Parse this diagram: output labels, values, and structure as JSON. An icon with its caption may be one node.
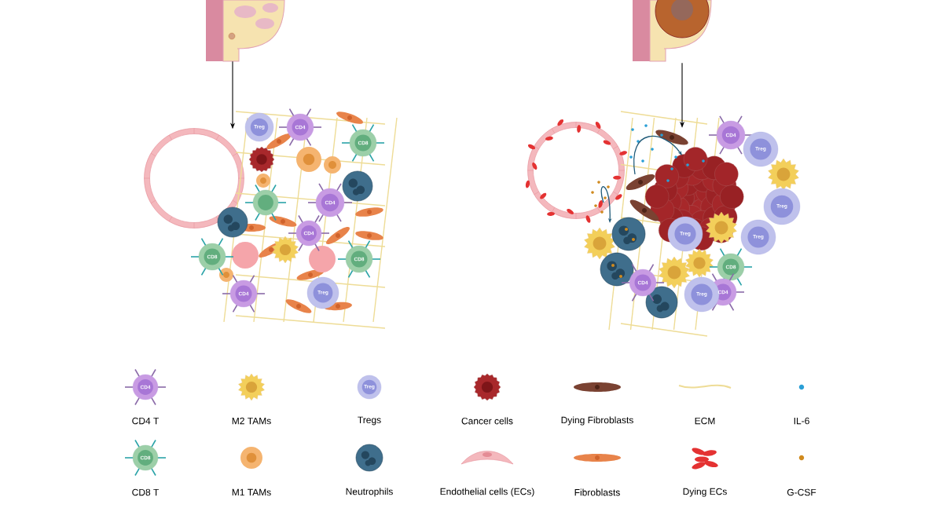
{
  "diagram": {
    "nodes": [
      {
        "text": [],
        "shape": "picture"
      },
      {
        "text": [],
        "shape": "picture"
      },
      {
        "text": [],
        "shape": "picture"
      },
      {
        "text": [],
        "shape": "picture"
      }
    ],
    "edges": [
      {
        "from": 0,
        "to": 1,
        "arrow": "to"
      },
      {
        "from": 2,
        "to": 3,
        "arrow": "to"
      }
    ],
    "labels": [
      "Treg",
      "CD4",
      "CD8",
      "CD4",
      "CD4",
      "CD8",
      "CD8",
      "CD4",
      "Treg",
      "CD4",
      "Treg",
      "Treg",
      "Treg",
      "Treg",
      "CD8",
      "CD4",
      "CD4",
      "Treg",
      "CD4",
      "Treg",
      "CD8"
    ],
    "legend": [
      {
        "text": "CD4 T"
      },
      {
        "text": "M2 TAMs"
      },
      {
        "text": "Tregs"
      },
      {
        "text": "Cancer cells"
      },
      {
        "text": "Dying Fibroblasts"
      },
      {
        "text": "ECM"
      },
      {
        "text": "IL-6"
      },
      {
        "text": "CD8 T"
      },
      {
        "text": "M1 TAMs"
      },
      {
        "text": "Neutrophils"
      },
      {
        "text": "Endothelial cells (ECs)"
      },
      {
        "text": "Fibroblasts"
      },
      {
        "text": "Dying ECs"
      },
      {
        "text": "G-CSF"
      }
    ]
  }
}
